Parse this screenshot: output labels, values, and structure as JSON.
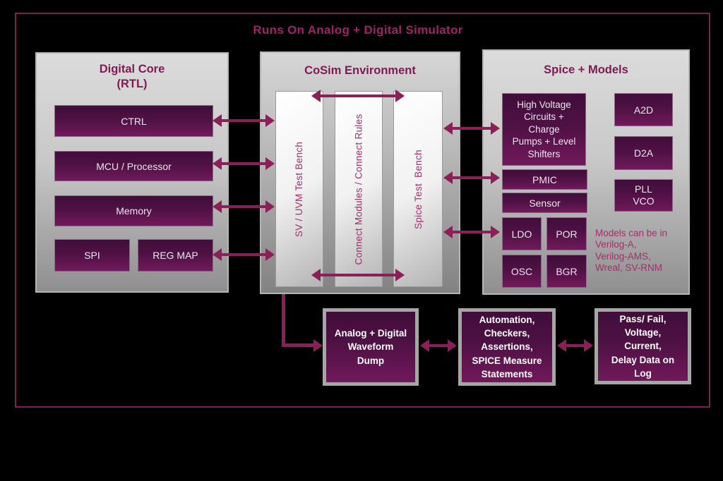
{
  "title": "Runs On Analog + Digital Simulator",
  "colors": {
    "background": "#000000",
    "outer_border": "#7e2152",
    "arrow": "#8b1f58",
    "panel_title": "#7d1b52",
    "magenta_text": "#a22e6c",
    "box_purple_top": "#400d3a",
    "box_purple_bottom": "#71195b",
    "panel_gray_top": "#dcdcdc",
    "panel_gray_bottom": "#8f8f8f"
  },
  "digital_core": {
    "title": "Digital Core\n(RTL)",
    "boxes": {
      "ctrl": "CTRL",
      "mcu": "MCU / Processor",
      "memory": "Memory",
      "spi": "SPI",
      "reg_map": "REG MAP"
    }
  },
  "cosim": {
    "title": "CoSim Environment",
    "columns": [
      "SV / UVM Test Bench",
      "Connect Modules / Connect Rules",
      "Spice Test  Bench"
    ]
  },
  "spice_models": {
    "title": "Spice + Models",
    "boxes": {
      "high_voltage": "High Voltage\nCircuits +\nCharge\nPumps + Level\nShifters",
      "pmic": "PMIC",
      "sensor": "Sensor",
      "ldo": "LDO",
      "por": "POR",
      "osc": "OSC",
      "bgr": "BGR",
      "a2d": "A2D",
      "d2a": "D2A",
      "pll_vco": "PLL\nVCO"
    },
    "note": "Models can be in\nVerilog-A,\nVerilog-AMS,\nWreal, SV-RNM"
  },
  "outputs": {
    "waveform_dump": "Analog + Digital\nWaveform\nDump",
    "automation": "Automation,\nCheckers,\nAssertions,\nSPICE Measure\nStatements",
    "pass_fail": "Pass/ Fail,\nVoltage,\nCurrent,\nDelay Data on\nLog"
  }
}
